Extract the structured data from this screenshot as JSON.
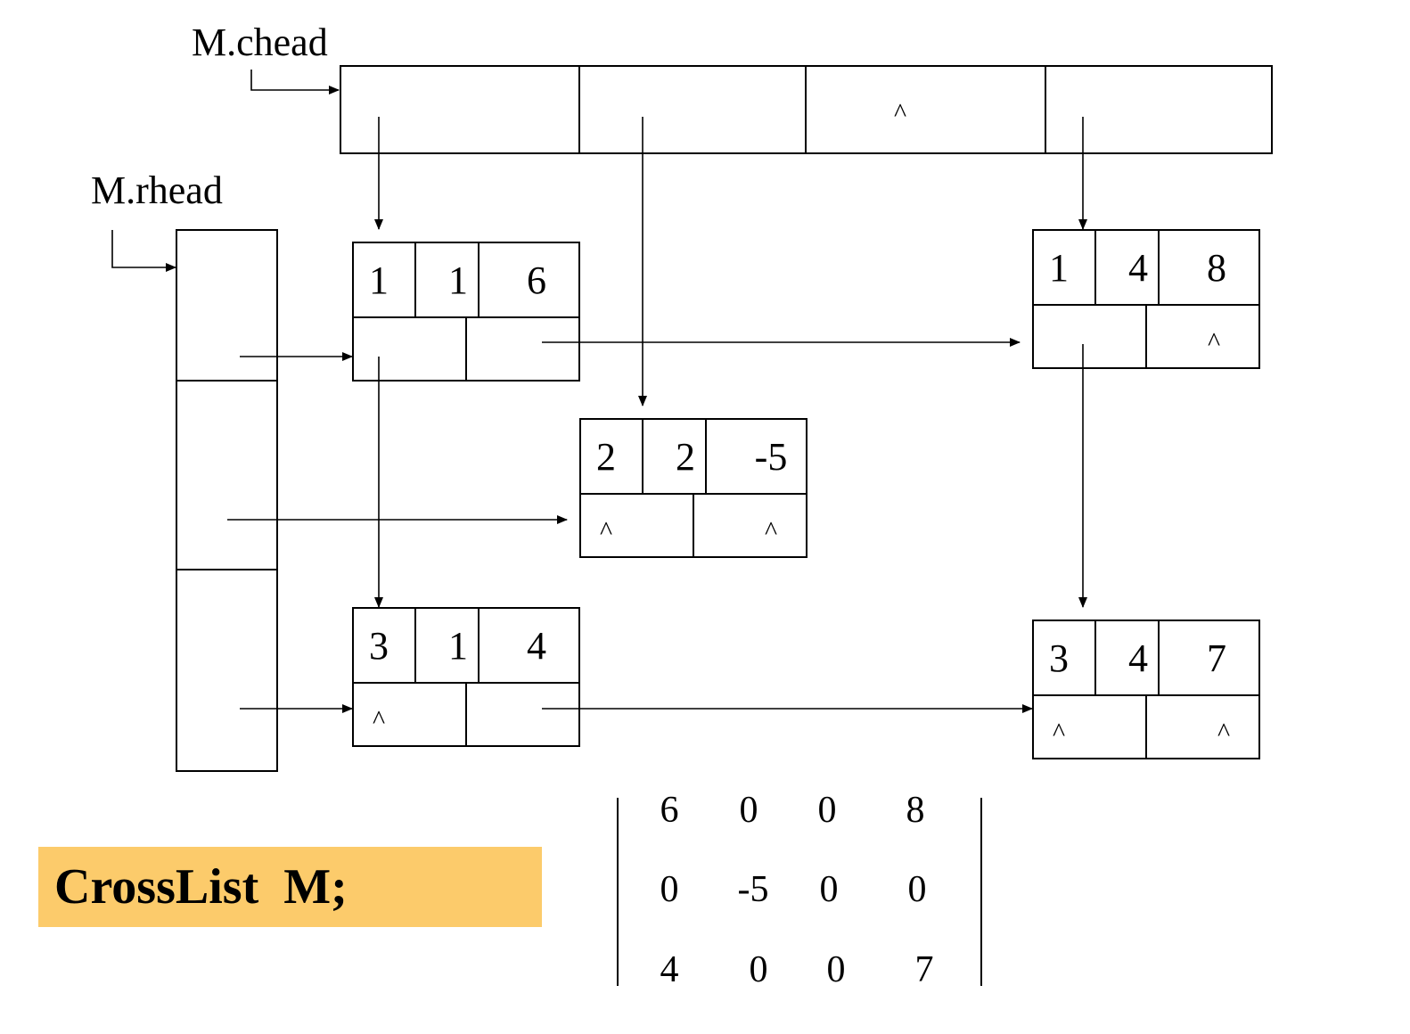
{
  "labels": {
    "chead": "M.chead",
    "rhead": "M.rhead"
  },
  "null_symbol": "^",
  "chead_cells": [
    "",
    "",
    "^",
    ""
  ],
  "nodes": [
    {
      "id": "n11",
      "row": "1",
      "col": "1",
      "value": "6",
      "down": "",
      "right": ""
    },
    {
      "id": "n14",
      "row": "1",
      "col": "4",
      "value": "8",
      "down": "",
      "right": "^"
    },
    {
      "id": "n22",
      "row": "2",
      "col": "2",
      "value": "-5",
      "down": "^",
      "right": "^"
    },
    {
      "id": "n31",
      "row": "3",
      "col": "1",
      "value": "4",
      "down": "^",
      "right": ""
    },
    {
      "id": "n34",
      "row": "3",
      "col": "4",
      "value": "7",
      "down": "^",
      "right": "^"
    }
  ],
  "declaration": "CrossList  M;",
  "matrix": [
    [
      "6",
      "0",
      "0",
      "8"
    ],
    [
      "0",
      "-5",
      "0",
      "0"
    ],
    [
      "4",
      "0",
      "0",
      "7"
    ]
  ],
  "colors": {
    "highlight": "#fccb6b",
    "ink": "#000000"
  }
}
